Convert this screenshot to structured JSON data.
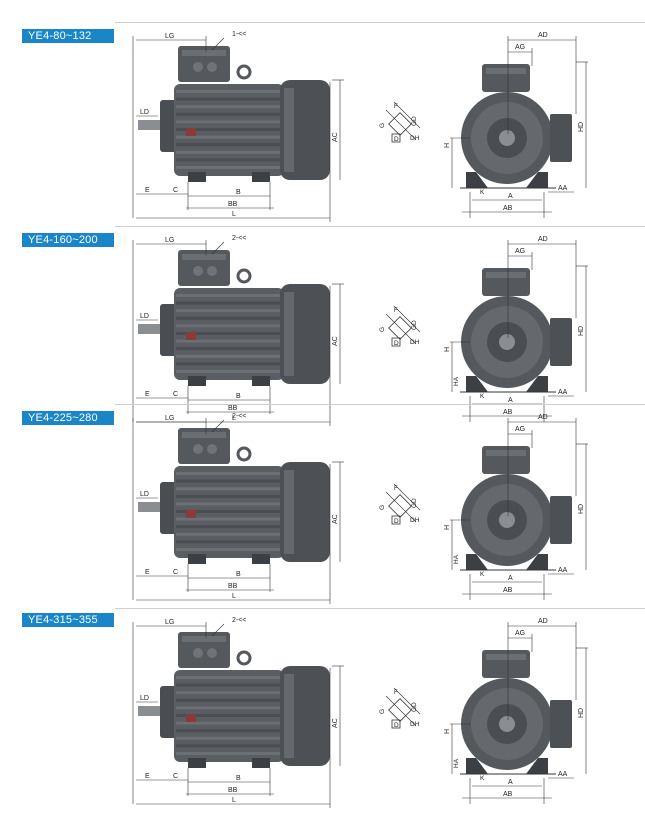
{
  "sections": [
    {
      "tag": "YE4-80~132",
      "terminal": "1-<<",
      "lengths": {
        "lg": "LG",
        "ld": "LD",
        "e": "E",
        "c": "C",
        "b": "B",
        "bb": "BB",
        "l": "L",
        "ac": "AC"
      },
      "shaft": {
        "f": "F",
        "g": "G",
        "gd": "GD",
        "d": "D",
        "dh": "DH"
      },
      "front": {
        "ad": "AD",
        "ag": "AG",
        "hd": "HD",
        "h": "H",
        "ha": "",
        "k": "K",
        "a": "A",
        "ab": "AB",
        "aa": "AA"
      }
    },
    {
      "tag": "YE4-160~200",
      "terminal": "2-<<",
      "lengths": {
        "lg": "LG",
        "ld": "LD",
        "e": "E",
        "c": "C",
        "b": "B",
        "bb": "BB",
        "l": "L",
        "ac": "AC"
      },
      "shaft": {
        "f": "F",
        "g": "G",
        "gd": "GD",
        "d": "D",
        "dh": "DH"
      },
      "front": {
        "ad": "AD",
        "ag": "AG",
        "hd": "HD",
        "h": "H",
        "ha": "HA",
        "k": "K",
        "a": "A",
        "ab": "AB",
        "aa": "AA"
      }
    },
    {
      "tag": "YE4-225~280",
      "terminal": "2-<<",
      "lengths": {
        "lg": "LG",
        "ld": "LD",
        "e": "E",
        "c": "C",
        "b": "B",
        "bb": "BB",
        "l": "L",
        "ac": "AC"
      },
      "shaft": {
        "f": "F",
        "g": "G",
        "gd": "GD",
        "d": "D",
        "dh": "DH"
      },
      "front": {
        "ad": "AD",
        "ag": "AG",
        "hd": "HD",
        "h": "H",
        "ha": "HA",
        "k": "K",
        "a": "A",
        "ab": "AB",
        "aa": "AA"
      }
    },
    {
      "tag": "YE4-315~355",
      "terminal": "2-<<",
      "lengths": {
        "lg": "LG",
        "ld": "LD",
        "e": "E",
        "c": "C",
        "b": "B",
        "bb": "BB",
        "l": "L",
        "ac": "AC"
      },
      "shaft": {
        "f": "F",
        "g": "G",
        "gd": "GD",
        "d": "D",
        "dh": "DH"
      },
      "front": {
        "ad": "AD",
        "ag": "AG",
        "hd": "HD",
        "h": "H",
        "ha": "HA",
        "k": "K",
        "a": "A",
        "ab": "AB",
        "aa": "AA"
      }
    }
  ],
  "colors": {
    "tag_bg": "#1a86c8",
    "tag_text": "#ffffff",
    "motor_body": "#5a5d62",
    "motor_dark": "#3c3f44",
    "motor_light": "#7c8086",
    "dim_line": "#333333"
  }
}
